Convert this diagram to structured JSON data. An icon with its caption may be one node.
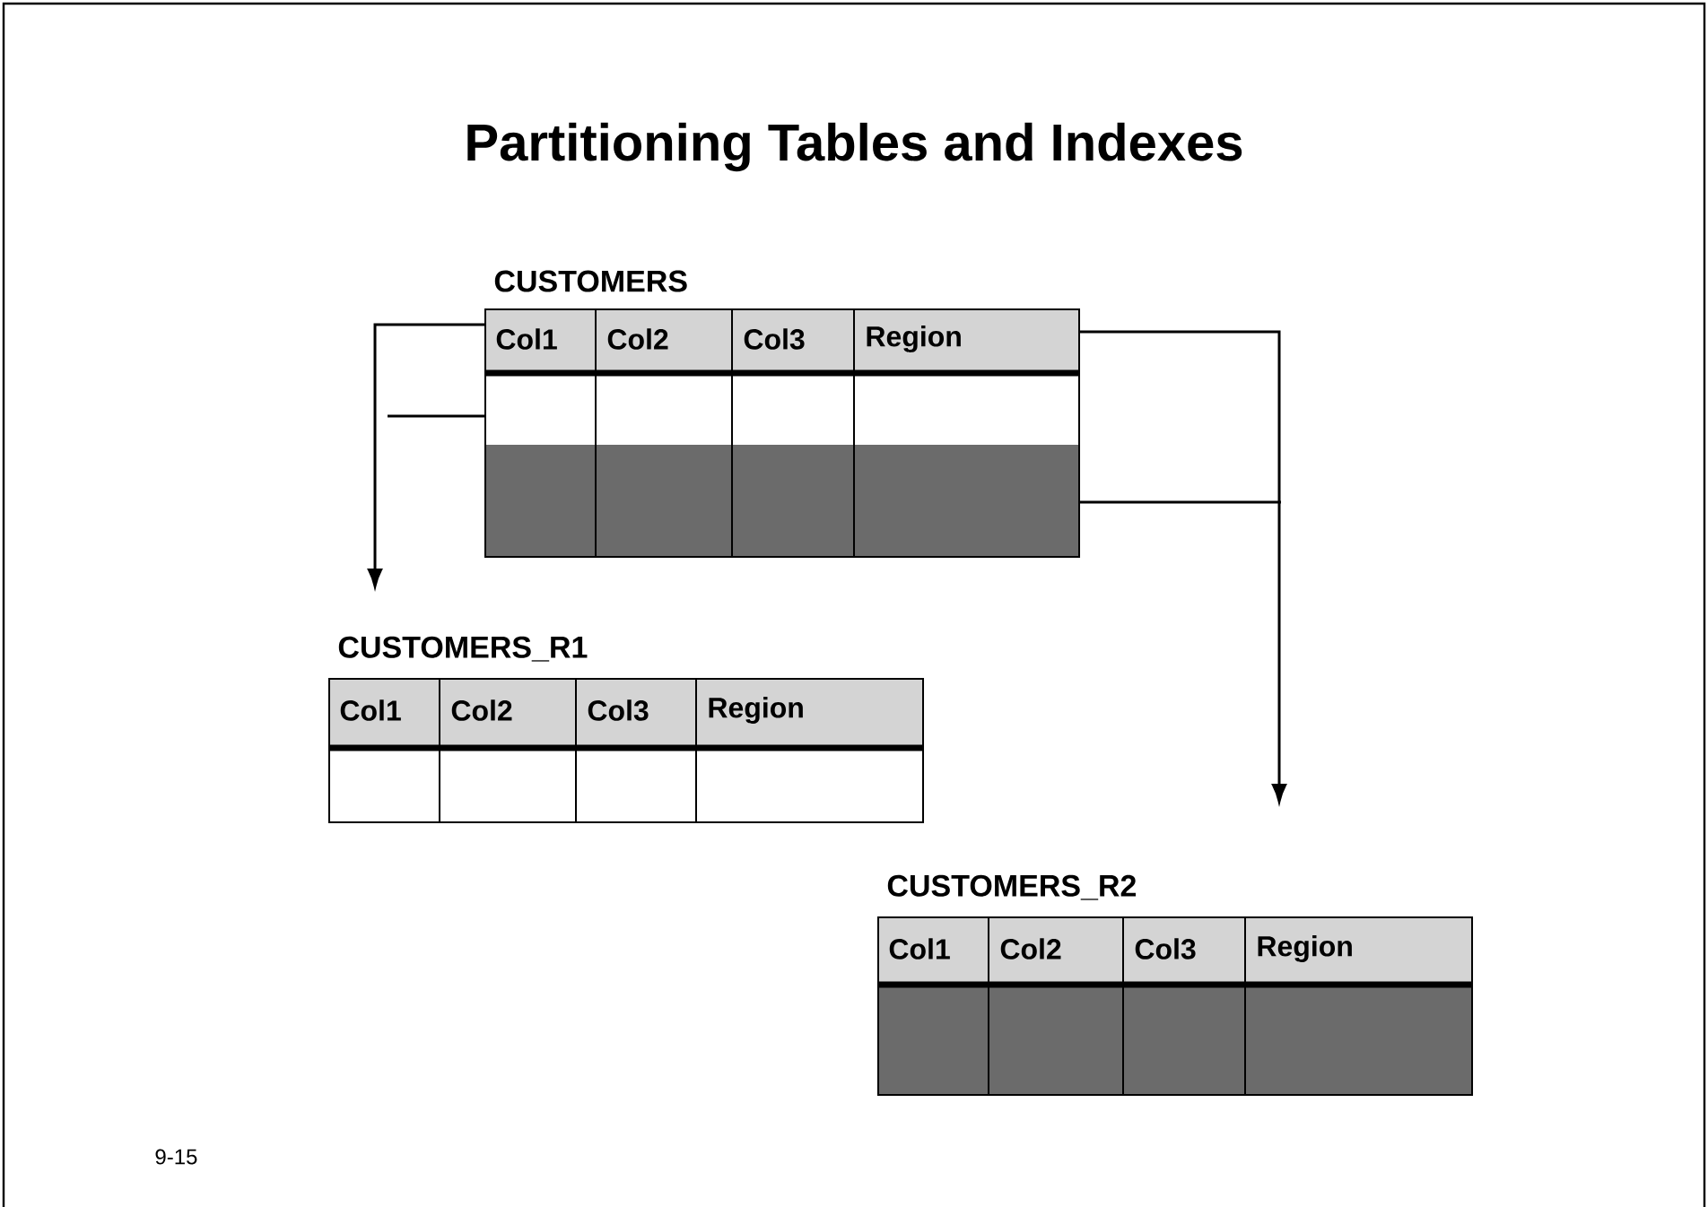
{
  "diagram": {
    "title": "Partitioning Tables and Indexes",
    "nodes": [
      {
        "text": [
          "CUSTOMERS",
          "Col1",
          "Col2",
          "Col3",
          "Region"
        ]
      },
      {
        "text": [
          "CUSTOMERS_R1",
          "Col1",
          "Col2",
          "Col3",
          "Region"
        ]
      },
      {
        "text": [
          "CUSTOMERS_R2",
          "Col1",
          "Col2",
          "Col3",
          "Region"
        ]
      }
    ],
    "edges": [
      {
        "from": 0,
        "to": 1,
        "arrow": "to"
      },
      {
        "from": 0,
        "to": 2,
        "arrow": "to"
      }
    ],
    "labels": [
      "9-15"
    ]
  }
}
